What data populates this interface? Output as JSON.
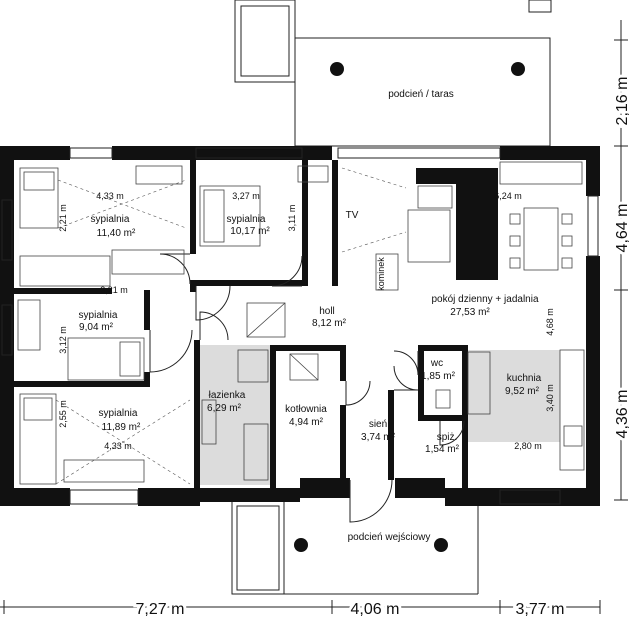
{
  "rooms": [
    {
      "key": "taras",
      "name": "podcień / taras",
      "area": ""
    },
    {
      "key": "sp1",
      "name": "sypialnia",
      "area": "11,40 m²"
    },
    {
      "key": "sp2",
      "name": "sypialnia",
      "area": "10,17 m²"
    },
    {
      "key": "sp3",
      "name": "sypialnia",
      "area": "9,04 m²"
    },
    {
      "key": "sp4",
      "name": "sypialnia",
      "area": "11,89 m²"
    },
    {
      "key": "holl",
      "name": "holl",
      "area": "8,12 m²"
    },
    {
      "key": "lazienka",
      "name": "łazienka",
      "area": "6,29 m²"
    },
    {
      "key": "kotlownia",
      "name": "kotłownia",
      "area": "4,94 m²"
    },
    {
      "key": "sien",
      "name": "sień",
      "area": "3,74 m²"
    },
    {
      "key": "wc",
      "name": "wc",
      "area": "1,85 m²"
    },
    {
      "key": "kuchnia",
      "name": "kuchnia",
      "area": "9,52 m²"
    },
    {
      "key": "spiz",
      "name": "spiż.",
      "area": "1,54 m²"
    },
    {
      "key": "dzienny",
      "name": "pokój dzienny + jadalnia",
      "area": "27,53 m²"
    },
    {
      "key": "wejscie",
      "name": "podcień wejściowy",
      "area": ""
    }
  ],
  "labels": {
    "tv": "TV",
    "kominek": "kominek"
  },
  "inner_dims": [
    "4,33 m",
    "2,21 m",
    "3,27 m",
    "3,11 m",
    "6,24 m",
    "3,21 m",
    "3,12 m",
    "2,55 m",
    "4,33 m",
    "4,68 m",
    "3,40 m",
    "2,80 m"
  ],
  "outer_dims": {
    "bottom": [
      "7,27 m",
      "4,06 m",
      "3,77 m"
    ],
    "right": [
      "2,16 m",
      "4,64 m",
      "4,36 m"
    ]
  },
  "colors": {
    "wall": "#111111",
    "gray_fill": "#dcdcdc",
    "line": "#222222"
  }
}
